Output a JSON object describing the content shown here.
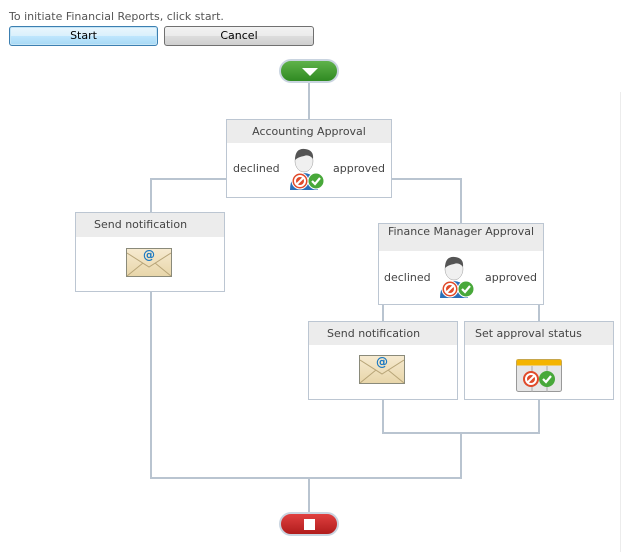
{
  "intro_text": "To initiate Financial Reports, click start.",
  "buttons": {
    "start": "Start",
    "cancel": "Cancel"
  },
  "workflow": {
    "accounting_approval": {
      "title": "Accounting Approval",
      "declined": "declined",
      "approved": "approved",
      "icon": "user-approval-icon"
    },
    "send_notification_left": {
      "title": "Send notification",
      "icon": "email-envelope-icon"
    },
    "finance_manager_approval": {
      "title": "Finance Manager Approval",
      "declined": "declined",
      "approved": "approved",
      "icon": "user-approval-icon"
    },
    "send_notification_right": {
      "title": "Send notification",
      "icon": "email-envelope-icon"
    },
    "set_approval_status": {
      "title": "Set approval status",
      "icon": "approval-status-calendar-icon"
    }
  },
  "colors": {
    "start_node": "#3f9a30",
    "end_node": "#c82828",
    "connector": "#b9c4d0",
    "header_bg": "#ececec"
  }
}
